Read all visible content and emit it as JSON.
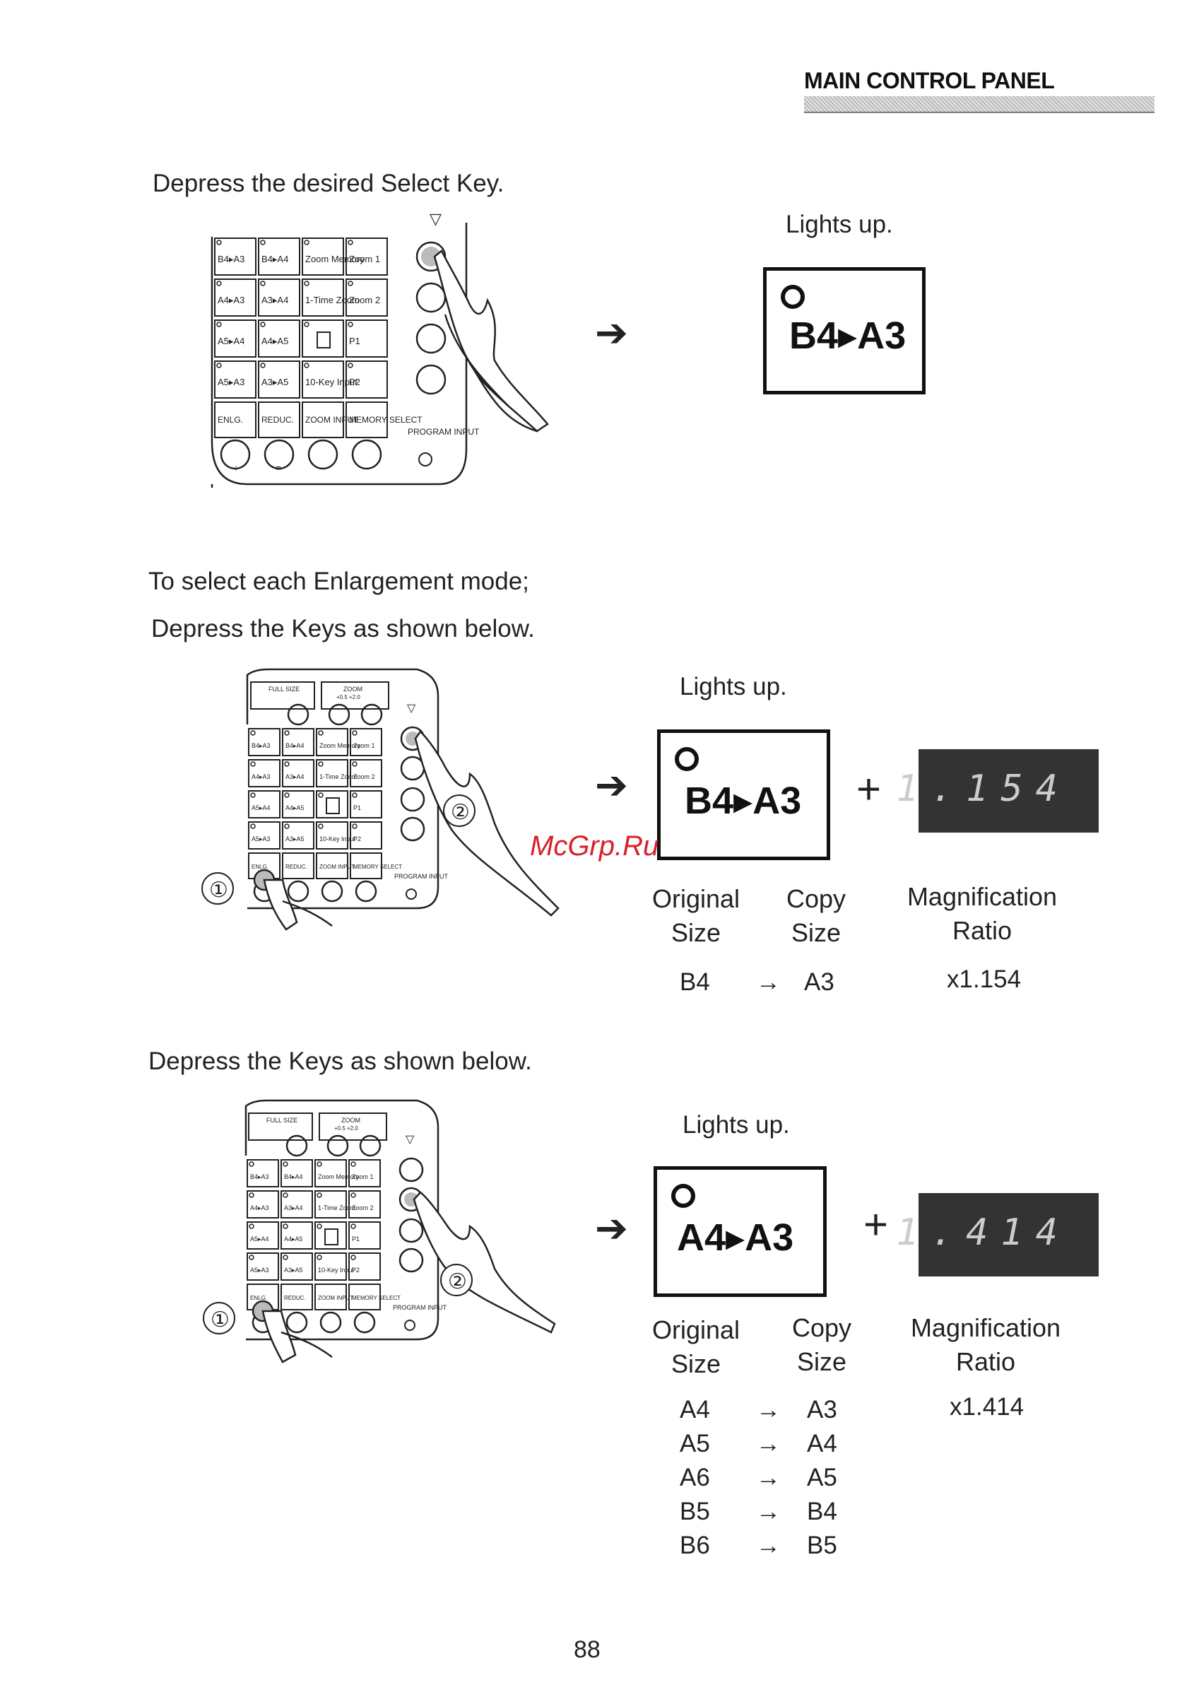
{
  "header": {
    "title": "MAIN CONTROL PANEL"
  },
  "page_number": "88",
  "watermark": "McGrp.Ru",
  "panel_keys": {
    "rows": [
      [
        "B4▸A3",
        "B4▸A4",
        "Zoom Memory",
        "Zoom 1"
      ],
      [
        "A4▸A3",
        "A3▸A4",
        "1-Time Zoom",
        "Zoom 2"
      ],
      [
        "A5▸A4",
        "A4▸A5",
        "",
        "P1"
      ],
      [
        "A5▸A3",
        "A3▸A5",
        "10-Key Input",
        "P2"
      ]
    ],
    "bottom": [
      "ENLG.",
      "REDUC.",
      "ZOOM INPUT",
      "MEMORY SELECT"
    ],
    "program_input": "PROGRAM INPUT",
    "full_size": "FULL SIZE",
    "zoom": "ZOOM",
    "zoom_steps": "+0.5   +2.0",
    "divide": "÷",
    "equals": "="
  },
  "section1": {
    "instruction": "Depress the desired Select Key.",
    "lights_up": "Lights up.",
    "display": "B4▸A3"
  },
  "section2": {
    "instruction_1": "To select each Enlargement mode;",
    "instruction_2": "Depress the Keys as shown below.",
    "lights_up": "Lights up.",
    "display": "B4▸A3",
    "plus": "+",
    "segment": "1.154",
    "callout_1": "①",
    "callout_2": "②",
    "labels": {
      "original": "Original\nSize",
      "copy": "Copy\nSize",
      "ratio": "Magnification\nRatio"
    },
    "rows": [
      {
        "from": "B4",
        "arrow": "→",
        "to": "A3",
        "ratio": "x1.154"
      }
    ]
  },
  "section3": {
    "instruction": "Depress the Keys as shown below.",
    "lights_up": "Lights up.",
    "display": "A4▸A3",
    "plus": "+",
    "segment": "1.414",
    "callout_1": "①",
    "callout_2": "②",
    "labels": {
      "original": "Original\nSize",
      "copy": "Copy\nSize",
      "ratio": "Magnification\nRatio"
    },
    "rows": [
      {
        "from": "A4",
        "arrow": "→",
        "to": "A3",
        "ratio": "x1.414"
      },
      {
        "from": "A5",
        "arrow": "→",
        "to": "A4",
        "ratio": ""
      },
      {
        "from": "A6",
        "arrow": "→",
        "to": "A5",
        "ratio": ""
      },
      {
        "from": "B5",
        "arrow": "→",
        "to": "B4",
        "ratio": ""
      },
      {
        "from": "B6",
        "arrow": "→",
        "to": "B5",
        "ratio": ""
      }
    ]
  }
}
